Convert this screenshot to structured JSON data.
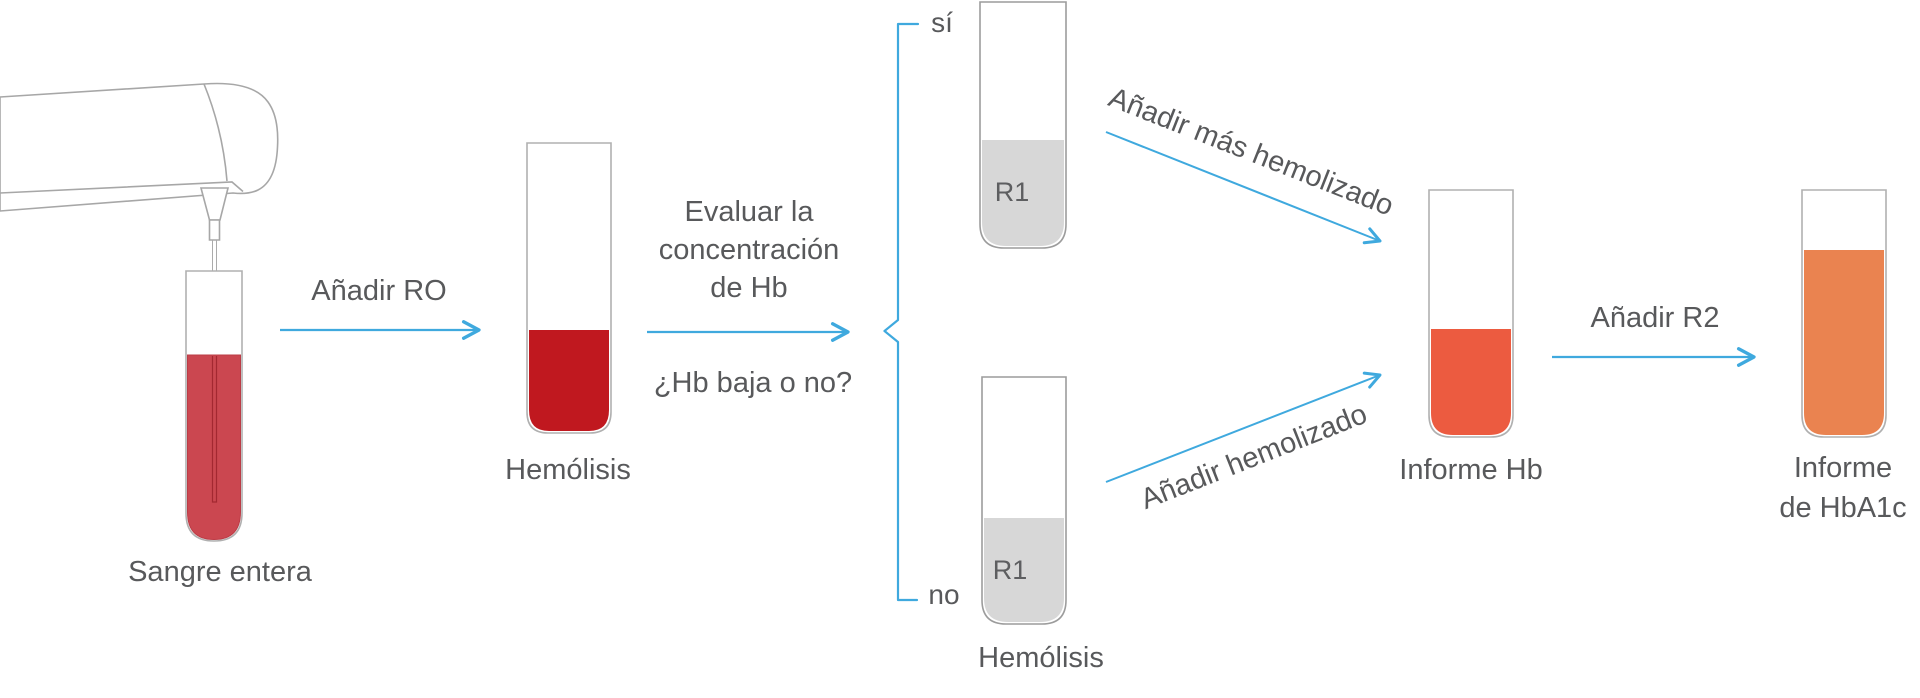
{
  "diagram": {
    "nodes": {
      "whole_blood_label": "Sangre entera",
      "hemolysis1_label": "Hemólisis",
      "r1_top_label": "R1",
      "r1_bottom_label": "R1",
      "hemolysis2_label": "Hemólisis",
      "informe_hb_label": "Informe Hb",
      "informe_hba1c_line1": "Informe",
      "informe_hba1c_line2": "de HbA1c"
    },
    "arrows": {
      "add_r0": "Añadir RO",
      "evaluate_line1": "Evaluar la",
      "evaluate_line2": "concentración",
      "evaluate_line3": "de Hb",
      "question": "¿Hb baja o no?",
      "branch_yes": "sí",
      "branch_no": "no",
      "add_more_hemolysate": "Añadir más hemolizado",
      "add_hemolysate": "Añadir hemolizado",
      "add_r2": "Añadir R2"
    },
    "colors": {
      "whole_blood_red": "#cb4750",
      "hemolysis_red": "#c0181f",
      "reagent_gray": "#d7d7d7",
      "informe_hb_orange_red": "#ec5b40",
      "informe_hba1c_orange": "#ea8350",
      "arrow_blue": "#3fa9de",
      "text_gray": "#58595b"
    }
  }
}
